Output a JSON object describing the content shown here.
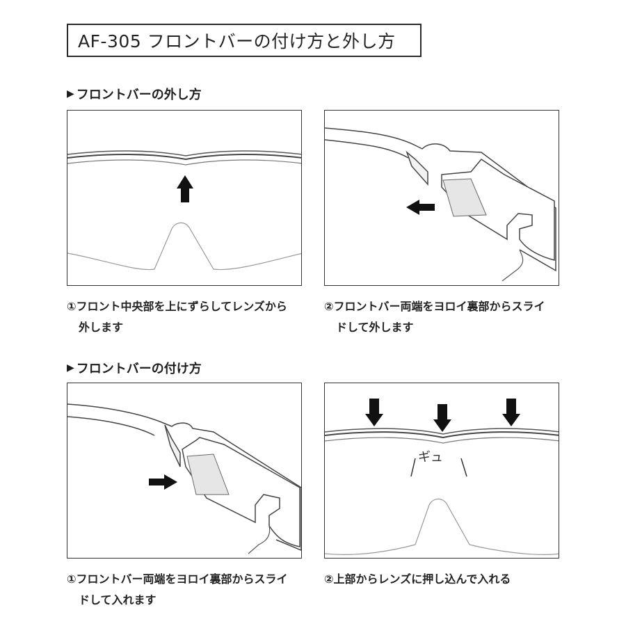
{
  "title": "AF-305 フロントバーの付け方と外し方",
  "remove": {
    "heading": "フロントバーの外し方",
    "step1": {
      "line1": "①フロント中央部を上にずらしてレンズから",
      "line2": "外します"
    },
    "step2": {
      "line1": "②フロントバー両端をヨロイ裏部からスライ",
      "line2": "ドして外します"
    }
  },
  "attach": {
    "heading": "フロントバーの付け方",
    "step1": {
      "line1": "①フロントバー両端をヨロイ裏部からスライ",
      "line2": "ドして入れます"
    },
    "step2": {
      "line1": "②上部からレンズに押し込んで入れる"
    },
    "sound": "ギュ"
  },
  "icons": {
    "heading_marker": "triangle-right-icon",
    "arrow_up": "arrow-up-icon",
    "arrow_left": "arrow-left-icon",
    "arrow_right": "arrow-right-icon",
    "arrow_down": "arrow-down-icon"
  }
}
